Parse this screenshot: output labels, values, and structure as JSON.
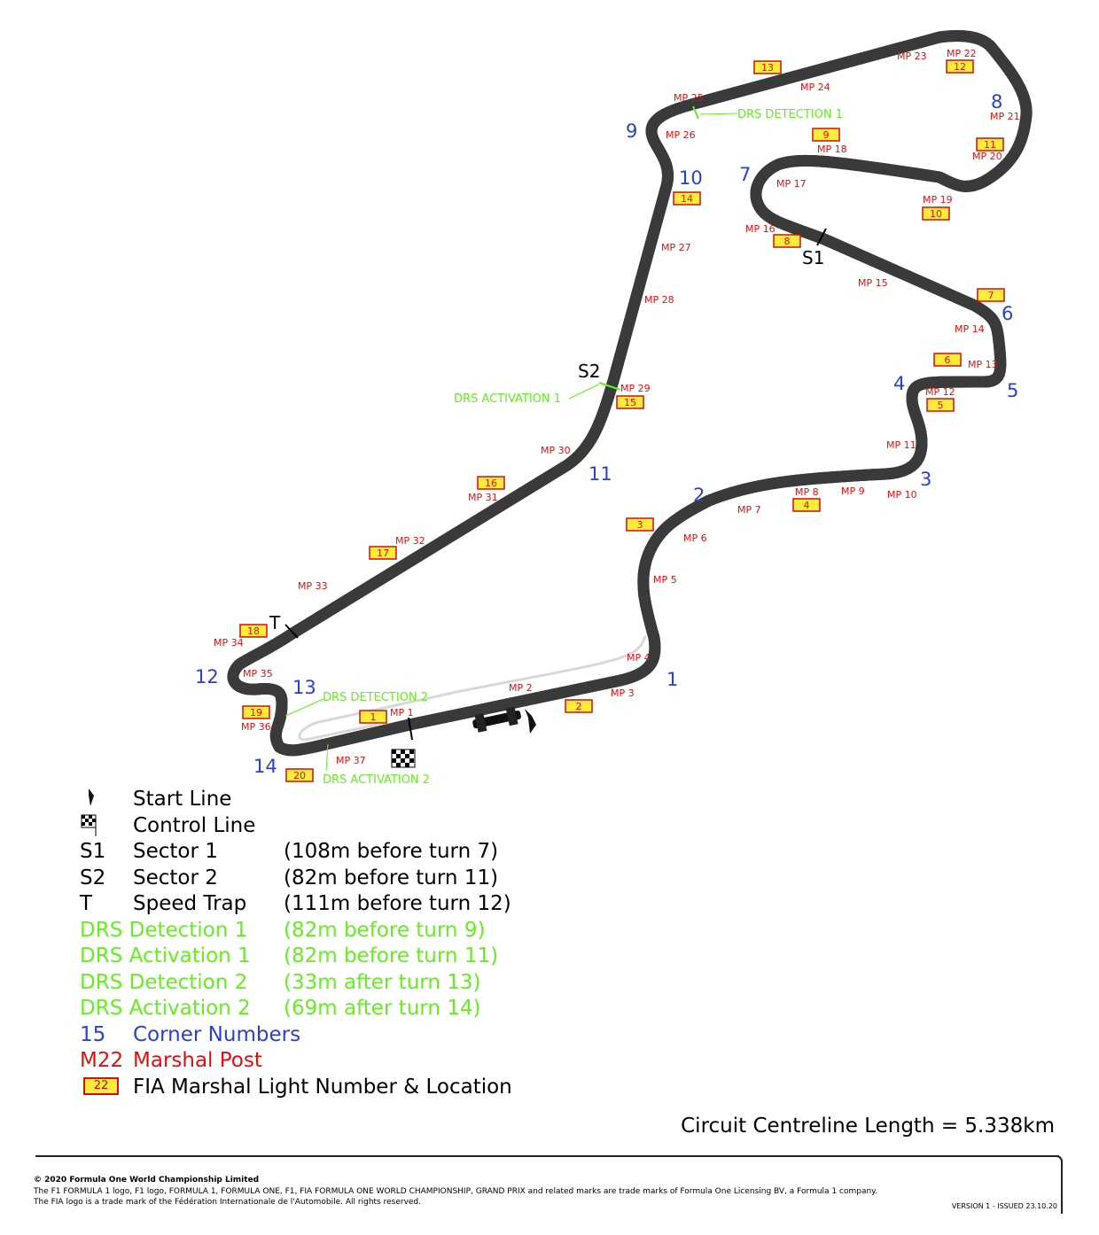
{
  "colors": {
    "corner": "#2a3fd6",
    "marshal": "#e01010",
    "drs": "#66ee22",
    "light_fill": "#ffeb3b",
    "light_border": "#d01010",
    "track": "#cfcfcf",
    "track_edge": "#3a3a3a"
  },
  "map": {
    "corners": [
      "1",
      "2",
      "3",
      "4",
      "5",
      "6",
      "7",
      "8",
      "9",
      "10",
      "11",
      "12",
      "13",
      "14"
    ],
    "marshal_posts": [
      "MP 1",
      "MP 2",
      "MP 3",
      "MP 4",
      "MP 5",
      "MP 6",
      "MP 7",
      "MP 8",
      "MP 9",
      "MP 10",
      "MP 11",
      "MP 12",
      "MP 13",
      "MP 14",
      "MP 15",
      "MP 16",
      "MP 17",
      "MP 18",
      "MP 19",
      "MP 20",
      "MP 21",
      "MP 22",
      "MP 23",
      "MP 24",
      "MP 25",
      "MP 26",
      "MP 27",
      "MP 28",
      "MP 29",
      "MP 30",
      "MP 31",
      "MP 32",
      "MP 33",
      "MP 34",
      "MP 35",
      "MP 36",
      "MP 37"
    ],
    "lights": [
      "1",
      "2",
      "3",
      "4",
      "5",
      "6",
      "7",
      "8",
      "9",
      "10",
      "11",
      "12",
      "13",
      "14",
      "15",
      "16",
      "17",
      "18",
      "19",
      "20"
    ],
    "sectors": [
      "S1",
      "S2"
    ],
    "speed_trap": "T",
    "drs_labels": [
      "DRS DETECTION 1",
      "DRS ACTIVATION 1",
      "DRS DETECTION 2",
      "DRS ACTIVATION 2"
    ]
  },
  "legend": [
    {
      "symbol": "start-line-icon",
      "name": "Start Line",
      "detail": "",
      "color": "black"
    },
    {
      "symbol": "checkered-flag-icon",
      "name": "Control Line",
      "detail": "",
      "color": "black"
    },
    {
      "symbol_text": "S1",
      "name": "Sector 1",
      "detail": "(108m before turn 7)",
      "color": "black"
    },
    {
      "symbol_text": "S2",
      "name": "Sector 2",
      "detail": "(82m before turn 11)",
      "color": "black"
    },
    {
      "symbol_text": "T",
      "name": "Speed Trap",
      "detail": "(111m before turn 12)",
      "color": "black"
    },
    {
      "symbol_text": "",
      "name": "DRS Detection 1",
      "detail": "(82m before turn 9)",
      "color": "drs"
    },
    {
      "symbol_text": "",
      "name": "DRS Activation 1",
      "detail": "(82m before turn 11)",
      "color": "drs"
    },
    {
      "symbol_text": "",
      "name": "DRS Detection 2",
      "detail": "(33m after turn 13)",
      "color": "drs"
    },
    {
      "symbol_text": "",
      "name": "DRS Activation 2",
      "detail": "(69m after turn 14)",
      "color": "drs"
    },
    {
      "symbol_text": "15",
      "name": "Corner Numbers",
      "detail": "",
      "color": "corner"
    },
    {
      "symbol_text": "M22",
      "name": "Marshal Post",
      "detail": "",
      "color": "marshal"
    },
    {
      "symbol_text": "22",
      "name": "FIA Marshal Light Number & Location",
      "detail": "",
      "color": "black"
    }
  ],
  "length_text": "Circuit Centreline Length = 5.338km",
  "footer": {
    "copyright_title": "© 2020 Formula One World Championship Limited",
    "copyright_text": "The F1 FORMULA 1 logo, F1 logo, FORMULA 1, FORMULA ONE, F1, FIA FORMULA ONE WORLD CHAMPIONSHIP, GRAND PRIX and related marks are trade marks of Formula One Licensing BV, a Formula 1 company. The FIA logo is a trade mark of the Fédération Internationale de l'Automobile. All rights reserved.",
    "version": "VERSION 1 - ISSUED 23.10.20"
  }
}
